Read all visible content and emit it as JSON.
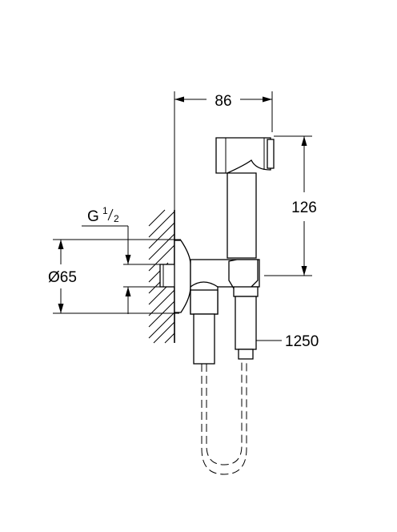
{
  "dimensions": {
    "width_label": "86",
    "height_label": "126",
    "diameter_label": "Ø65",
    "thread_label_prefix": "G",
    "thread_label_num": "1",
    "thread_label_den": "2",
    "hose_length_label": "1250"
  }
}
